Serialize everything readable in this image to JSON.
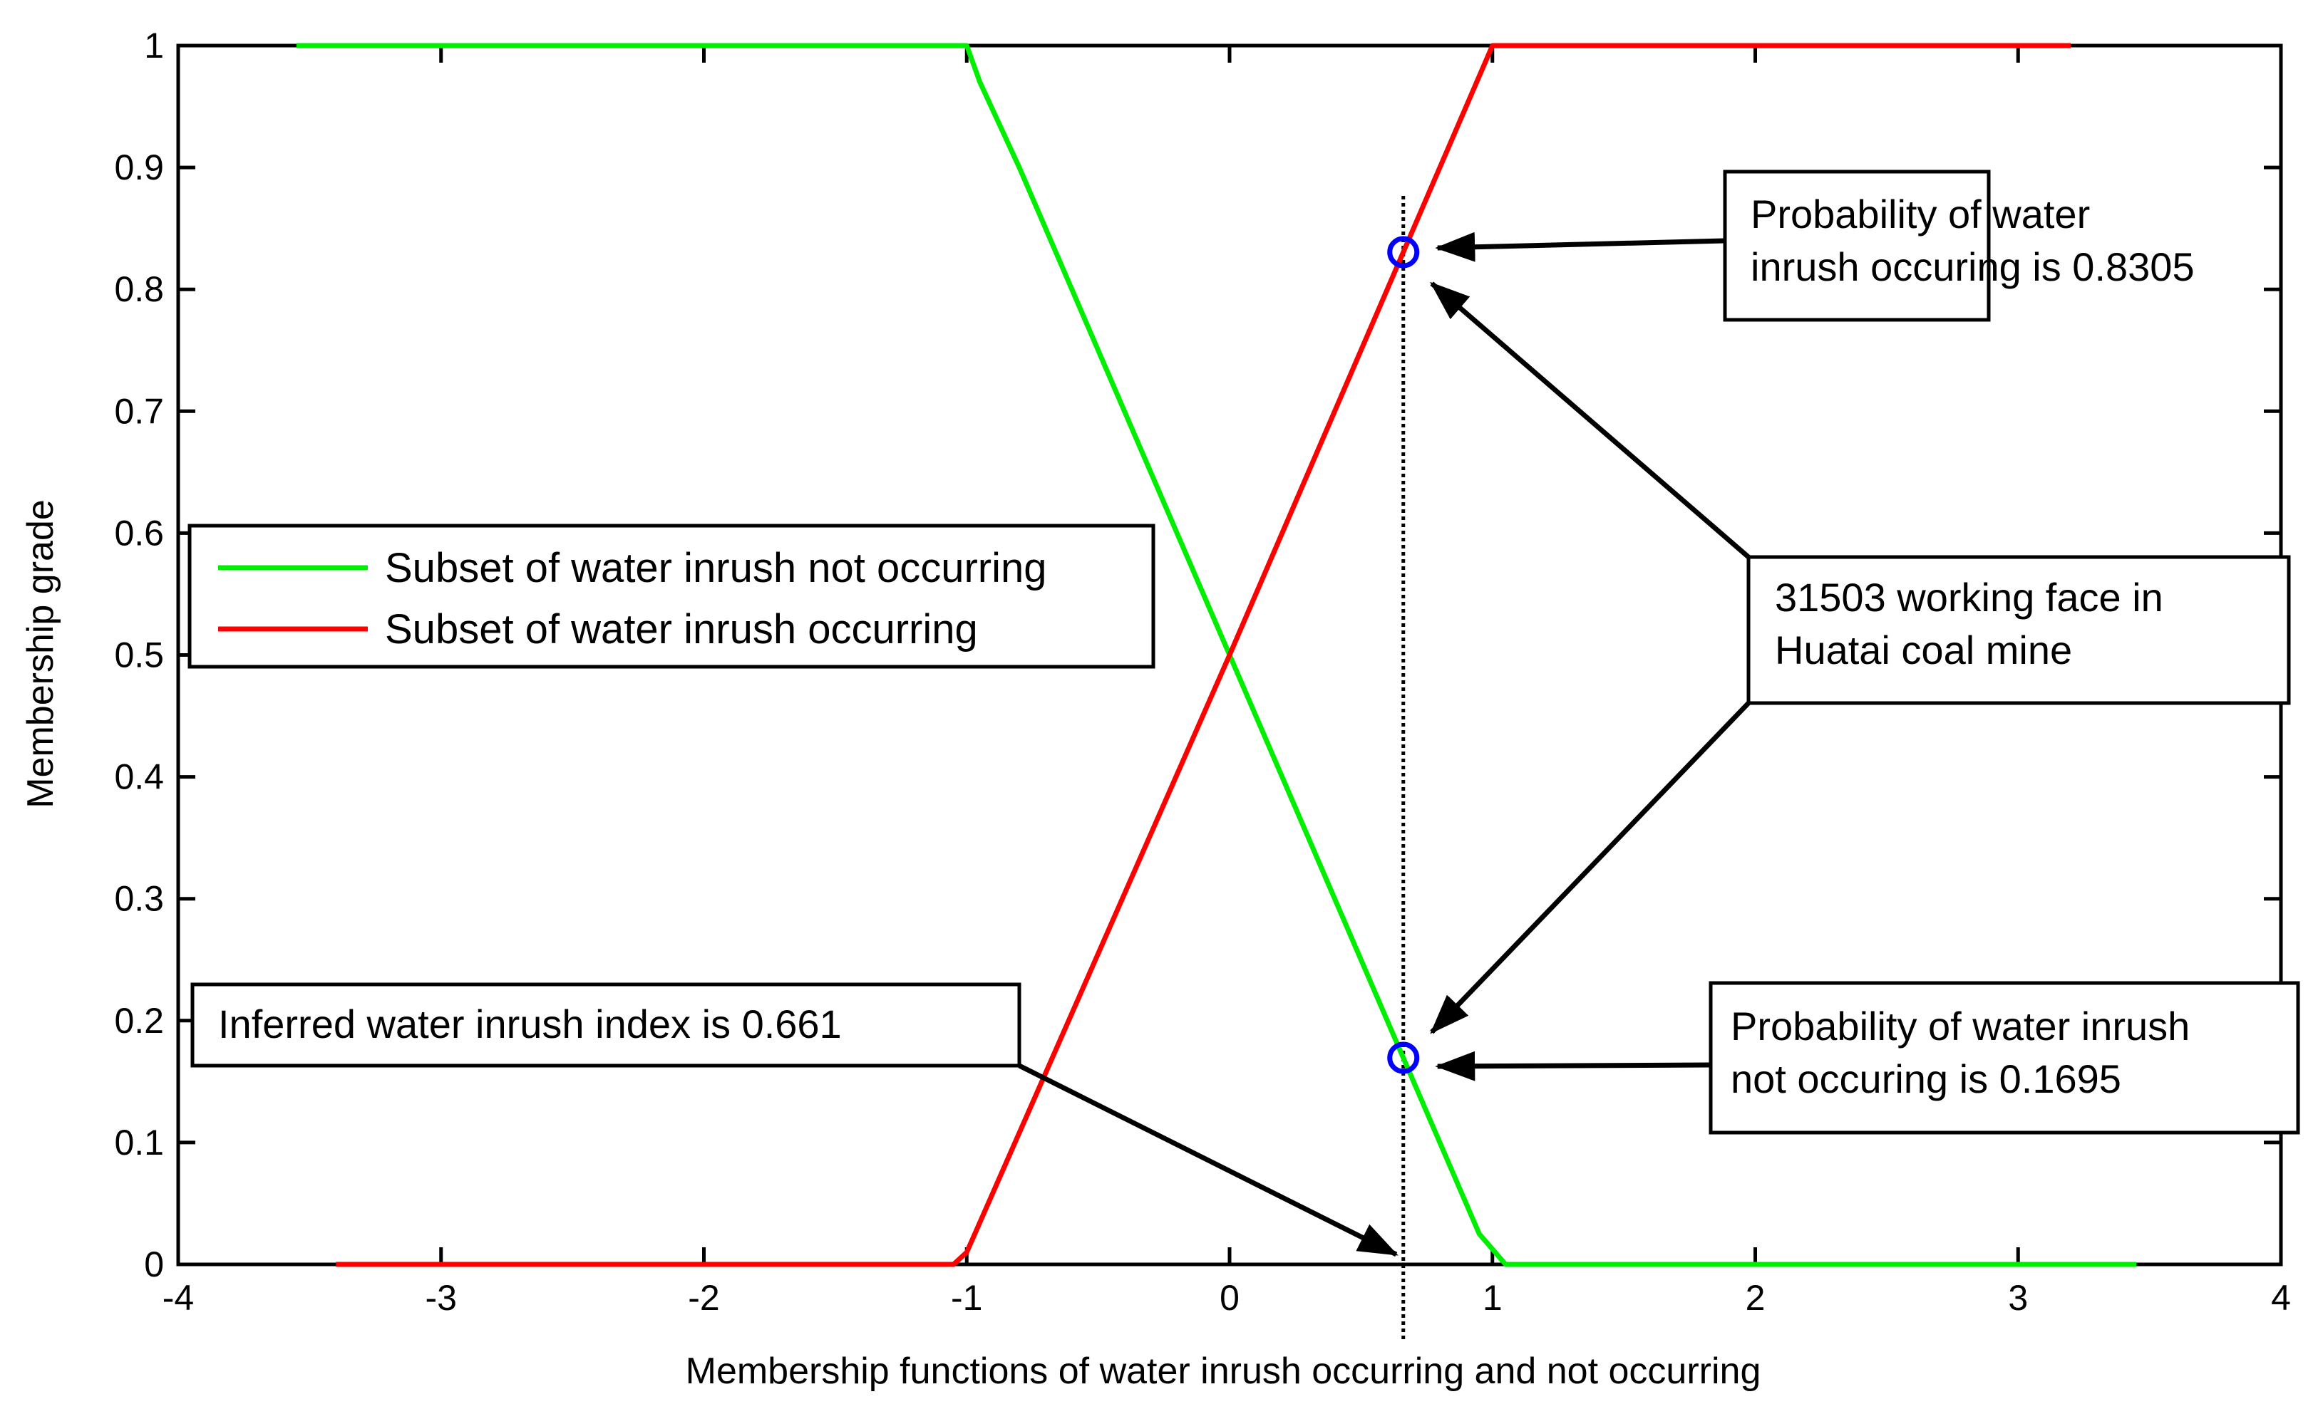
{
  "chart_data": {
    "type": "line",
    "xlabel": "Membership functions of water inrush occurring and not occurring",
    "ylabel": "Membership grade",
    "xlim": [
      -4,
      4
    ],
    "ylim": [
      0,
      1
    ],
    "x_ticks": [
      "-4",
      "-3",
      "-2",
      "-1",
      "0",
      "1",
      "2",
      "3",
      "4"
    ],
    "y_ticks": [
      "0",
      "0.1",
      "0.2",
      "0.3",
      "0.4",
      "0.5",
      "0.6",
      "0.7",
      "0.8",
      "0.9",
      "1"
    ],
    "series": [
      {
        "name": "Subset of water inrush not occurring",
        "color": "#00ee00",
        "points": [
          [
            -3.55,
            1
          ],
          [
            -1.0,
            1
          ],
          [
            -0.95,
            0.97
          ],
          [
            -0.8,
            0.9
          ],
          [
            0.0,
            0.5
          ],
          [
            0.661,
            0.1695
          ],
          [
            0.95,
            0.025
          ],
          [
            1.05,
            0
          ],
          [
            3.45,
            0
          ]
        ]
      },
      {
        "name": "Subset of water inrush occurring",
        "color": "#ff0000",
        "points": [
          [
            -3.4,
            0
          ],
          [
            -1.05,
            0
          ],
          [
            -1.0,
            0.01
          ],
          [
            0.0,
            0.5
          ],
          [
            0.661,
            0.8305
          ],
          [
            1.0,
            1
          ],
          [
            3.2,
            1
          ]
        ]
      }
    ],
    "vertical_marker": {
      "x": 0.661,
      "style": "dotted",
      "color": "#000000"
    },
    "markers": [
      {
        "x": 0.661,
        "y": 0.8305,
        "shape": "circle",
        "color": "#0000ff"
      },
      {
        "x": 0.661,
        "y": 0.1695,
        "shape": "circle",
        "color": "#0000ff"
      }
    ],
    "legend": {
      "placement": "center-left",
      "entries": [
        "Subset of water inrush not occurring",
        "Subset of water inrush occurring"
      ]
    },
    "annotations": [
      {
        "id": "prob-occurring",
        "lines": [
          "Probability of water",
          "inrush occuring is 0.8305"
        ],
        "target": [
          0.661,
          0.8305
        ]
      },
      {
        "id": "working-face",
        "lines": [
          "31503 working face in",
          "Huatai coal mine"
        ],
        "targets": [
          [
            0.661,
            0.8305
          ],
          [
            0.661,
            0.1695
          ]
        ]
      },
      {
        "id": "prob-not-occurring",
        "lines": [
          "Probability of water inrush",
          "not occuring is 0.1695"
        ],
        "target": [
          0.661,
          0.1695
        ]
      },
      {
        "id": "inferred-index",
        "lines": [
          "Inferred water inrush index is 0.661"
        ],
        "target": [
          0.661,
          0
        ]
      }
    ]
  }
}
